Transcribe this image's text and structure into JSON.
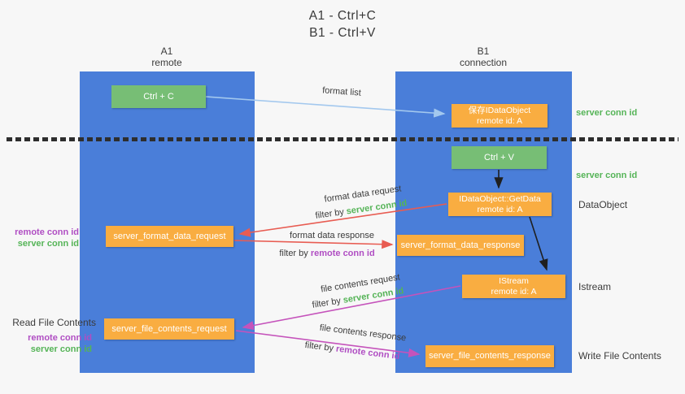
{
  "title": {
    "line1": "A1 - Ctrl+C",
    "line2": "B1 - Ctrl+V"
  },
  "lanes": {
    "left": {
      "name": "A1",
      "role": "remote"
    },
    "right": {
      "name": "B1",
      "role": "connection"
    }
  },
  "nodes": {
    "ctrl_c": {
      "label": "Ctrl + C"
    },
    "ctrl_v": {
      "label": "Ctrl + V"
    },
    "save_dataobject": {
      "line1": "保存IDataObject",
      "line2": "remote id: A"
    },
    "getdata": {
      "line1": "IDataObject::GetData",
      "line2": "remote id: A"
    },
    "istream": {
      "line1": "IStream",
      "line2": "remote id: A"
    },
    "format_request": {
      "label": "server_format_data_request"
    },
    "format_response": {
      "label": "server_format_data_response"
    },
    "file_request": {
      "label": "server_file_contents_request"
    },
    "file_response": {
      "label": "server_file_contents_response"
    }
  },
  "side_labels": {
    "server_conn_id_top": "server conn id",
    "server_conn_id_mid": "server conn id",
    "dataobject": "DataObject",
    "istream": "Istream",
    "write_file_contents": "Write File Contents",
    "read_file_contents": "Read File Contents",
    "left_group1": {
      "remote": "remote conn id",
      "server": "server conn id"
    },
    "left_group2": {
      "remote": "remote conn id",
      "server": "server conn id"
    }
  },
  "arrows": {
    "format_list": {
      "label": "format list"
    },
    "format_data_request": {
      "label": "format data request",
      "filter_prefix": "filter by ",
      "filter_key": "server conn id"
    },
    "format_data_response": {
      "label": "format data response",
      "filter_prefix": "filter by ",
      "filter_key": "remote conn id"
    },
    "file_contents_request": {
      "label": "file contents request",
      "filter_prefix": "filter by ",
      "filter_key": "server conn id"
    },
    "file_contents_response": {
      "label": "file contents response",
      "filter_prefix": "filter by ",
      "filter_key": "remote conn id"
    }
  },
  "colors": {
    "lane_blue": "#4a7ed9",
    "node_green": "#77be75",
    "node_orange": "#f9ad41",
    "text_green": "#55b457",
    "text_purple": "#b04ec3",
    "arrow_red": "#e85c52",
    "arrow_magenta": "#c553bb",
    "arrow_lightblue": "#a3c8ee",
    "arrow_black": "#1f1f1f"
  }
}
